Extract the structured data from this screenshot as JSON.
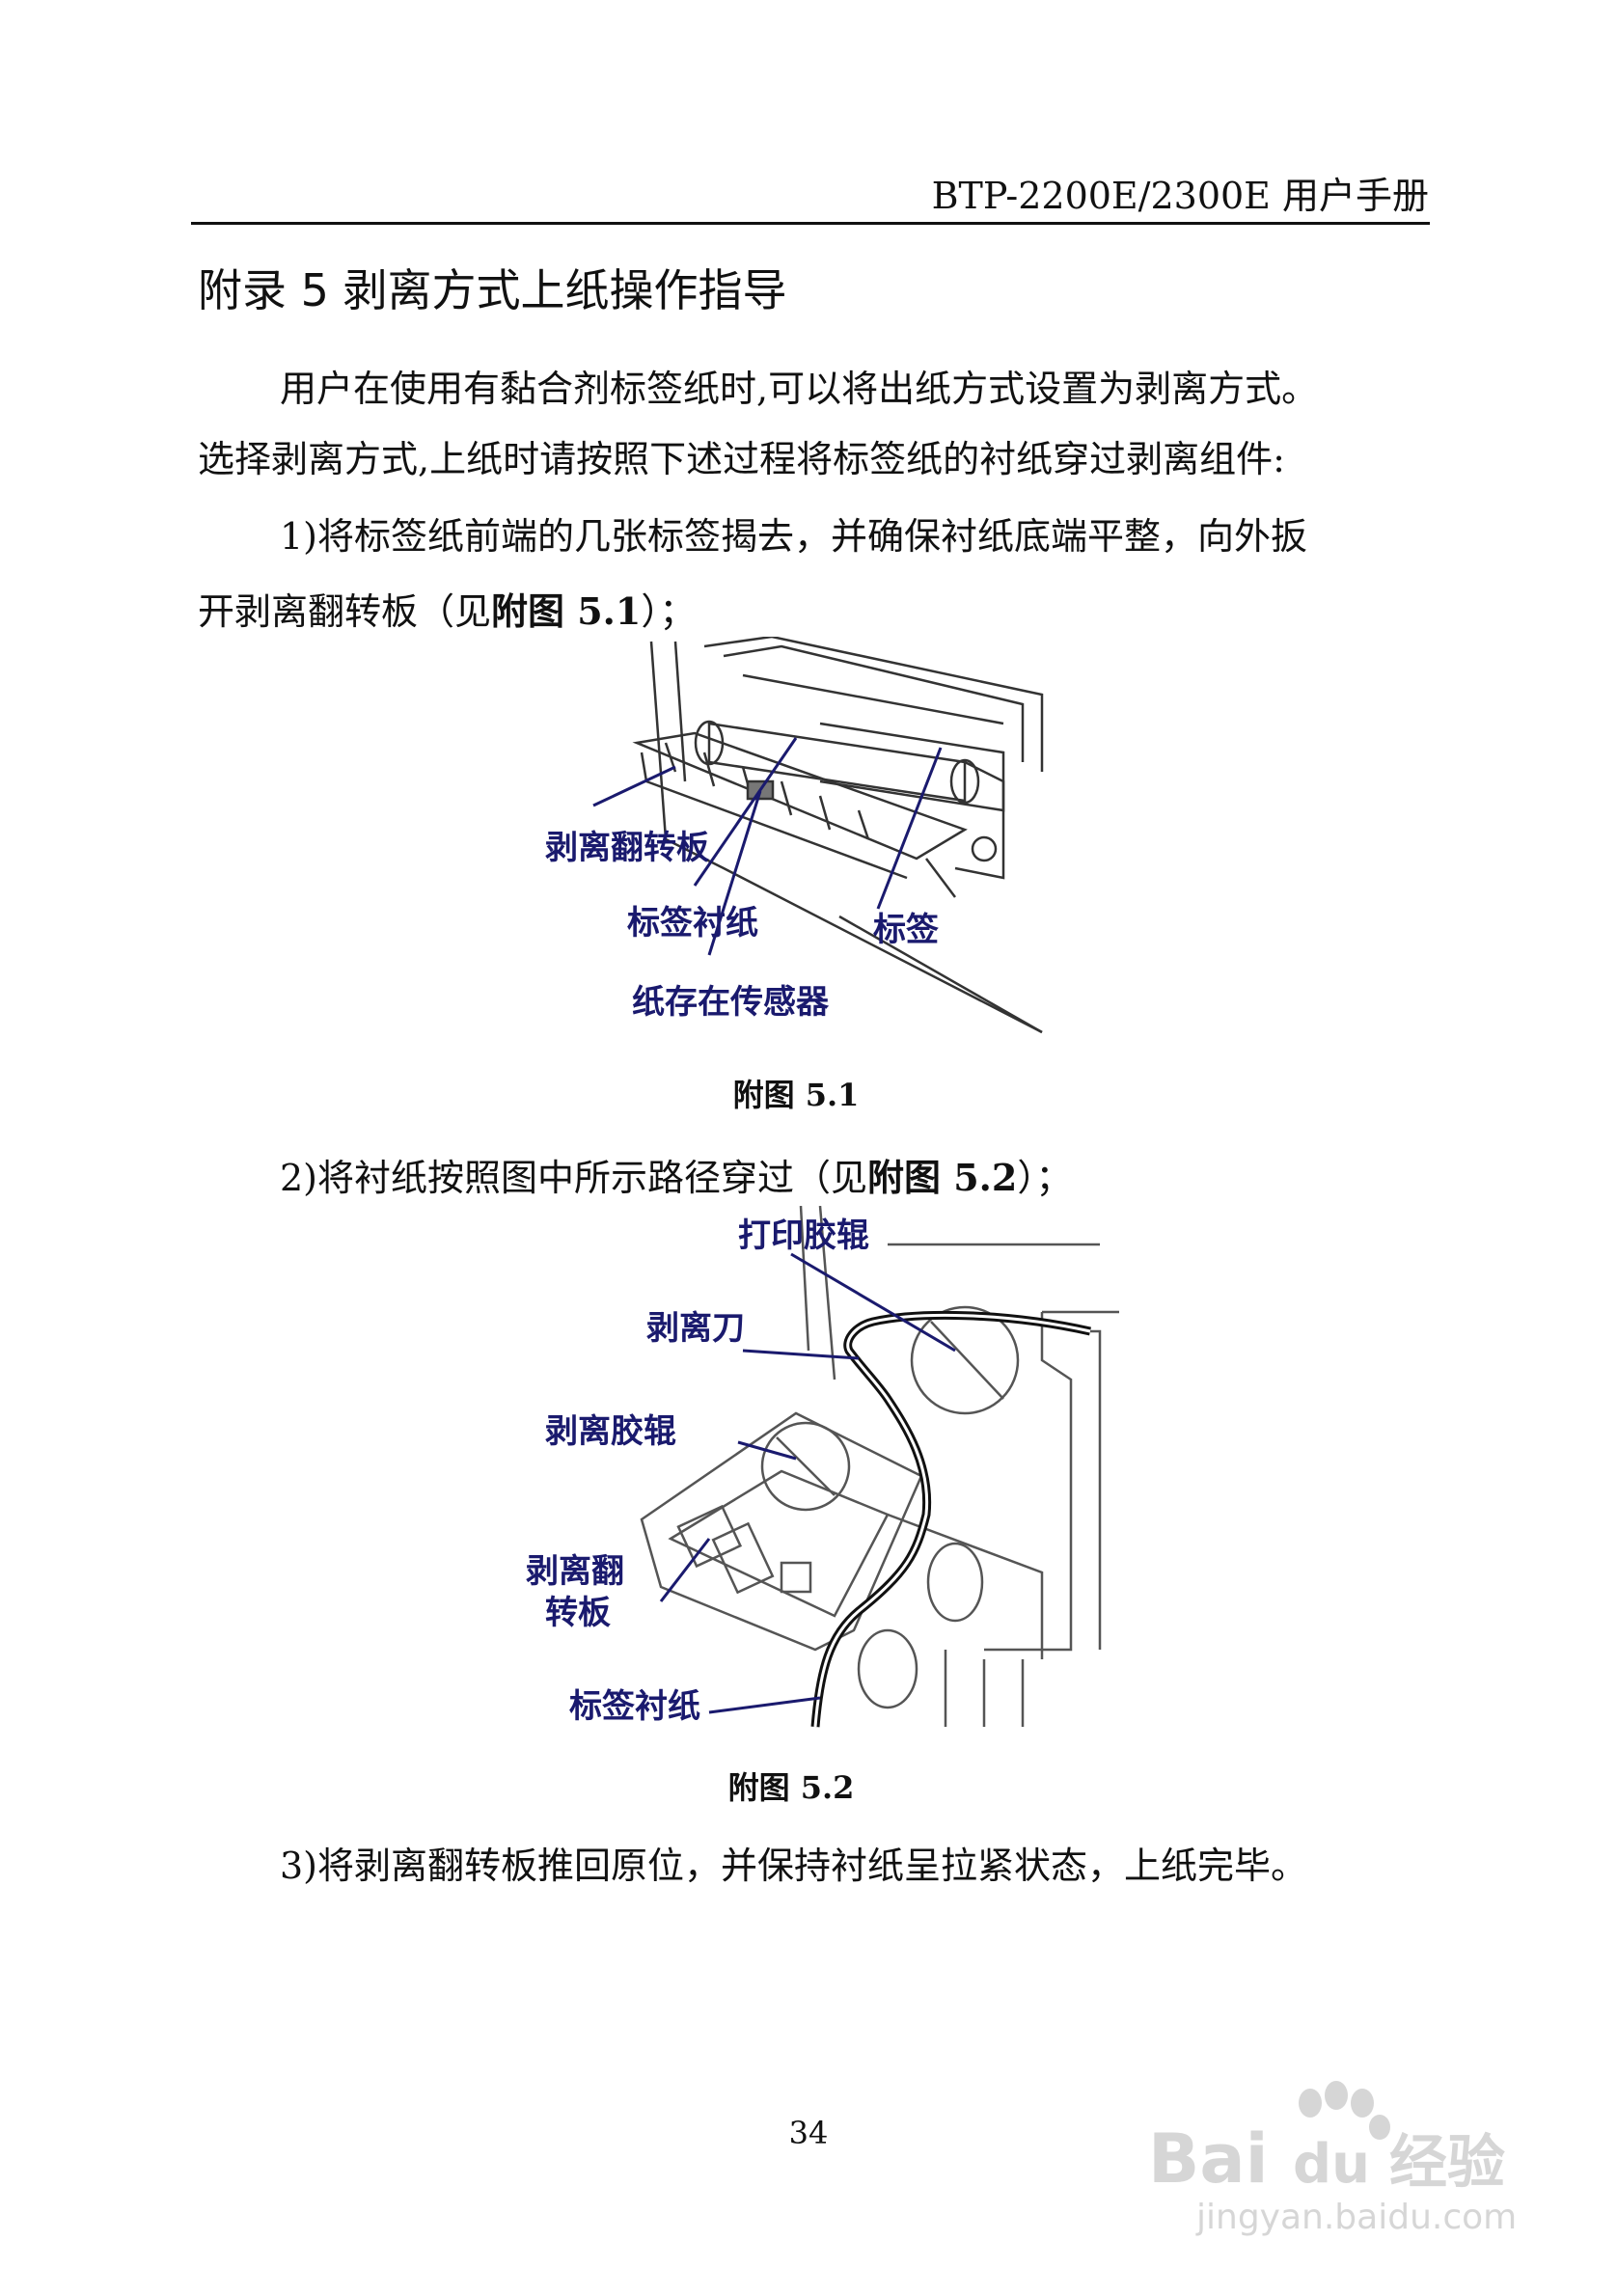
{
  "header": {
    "title": "BTP-2200E/2300E 用户手册"
  },
  "appendix": {
    "title": "附录 5  剥离方式上纸操作指导"
  },
  "intro": {
    "line1": "用户在使用有黏合剂标签纸时,可以将出纸方式设置为剥离方式。",
    "line2": "选择剥离方式,上纸时请按照下述过程将标签纸的衬纸穿过剥离组件:"
  },
  "steps": [
    {
      "line1": "1)将标签纸前端的几张标签揭去，并确保衬纸底端平整，向外扳",
      "line2_prefix": "开剥离翻转板（见",
      "line2_ref": "附图 5.1",
      "line2_suffix": "）；"
    },
    {
      "prefix": "2)将衬纸按照图中所示路径穿过（见",
      "ref": "附图 5.2",
      "suffix": "）；"
    },
    {
      "text": "3)将剥离翻转板推回原位，并保持衬纸呈拉紧状态，上纸完毕。"
    }
  ],
  "figure1": {
    "caption": "附图 5.1",
    "labels": {
      "flip_plate": "剥离翻转板",
      "liner": "标签衬纸",
      "label": "标签",
      "sensor": "纸存在传感器"
    }
  },
  "figure2": {
    "caption": "附图 5.2",
    "labels": {
      "print_roller": "打印胶辊",
      "knife": "剥离刀",
      "peel_roller": "剥离胶辊",
      "flip_plate_line1": "剥离翻",
      "flip_plate_line2": "转板",
      "liner": "标签衬纸"
    }
  },
  "footer": {
    "page_number": "34"
  },
  "watermark": {
    "brand": "Bai",
    "brand_suffix": "du",
    "product": "经验",
    "url": "jingyan.baidu.com"
  },
  "colors": {
    "text": "#111111",
    "diagram_label": "#1a1a6e",
    "watermark": "#d6d6d6"
  }
}
